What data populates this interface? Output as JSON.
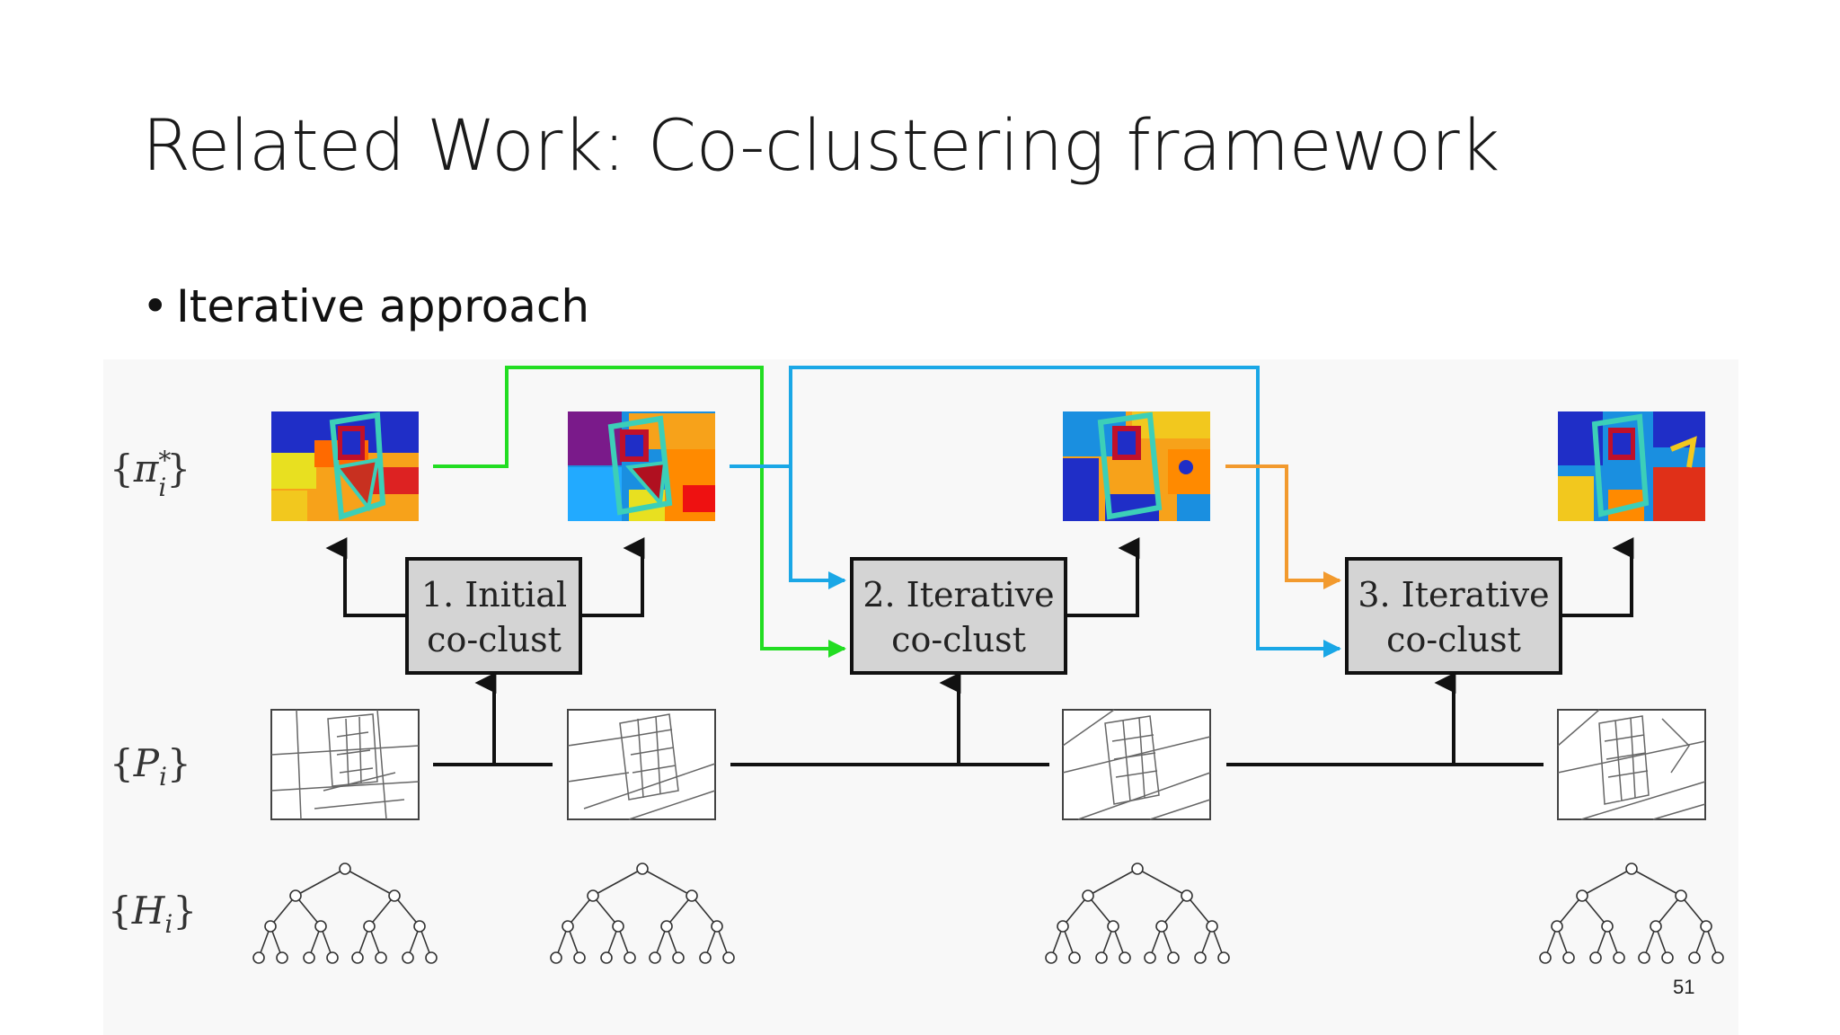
{
  "slide": {
    "title": "Related Work: Co-clustering framework",
    "bullet": "Iterative approach",
    "page_number": "51"
  },
  "figure": {
    "row_labels": [
      {
        "brace_open": "{",
        "main": "π",
        "sup": "*",
        "sub": "i",
        "brace_close": "}"
      },
      {
        "brace_open": "{",
        "main": "P",
        "sup": "",
        "sub": "i",
        "brace_close": "}"
      },
      {
        "brace_open": "{",
        "main": "H",
        "sup": "",
        "sub": "i",
        "brace_close": "}"
      }
    ],
    "boxes": [
      {
        "line1": "1. Initial",
        "line2": "co-clust"
      },
      {
        "line1": "2. Iterative",
        "line2": "co-clust"
      },
      {
        "line1": "3. Iterative",
        "line2": "co-clust"
      }
    ],
    "colors": {
      "green": "#22dd22",
      "cyan": "#1aa7e6",
      "orange": "#f29a2e",
      "box_fill": "#d4d4d4",
      "stroke": "#111111"
    }
  }
}
